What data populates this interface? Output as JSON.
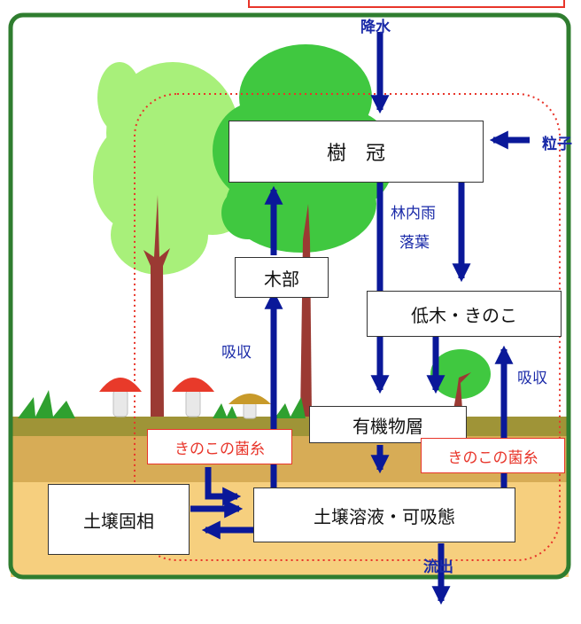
{
  "labels": {
    "precipitation": "降水",
    "particles": "粒子",
    "throughfall": "林内雨",
    "litterfall": "落葉",
    "absorption_left": "吸収",
    "absorption_right": "吸収",
    "outflow": "流出"
  },
  "boxes": {
    "canopy": "樹　冠",
    "wood": "木部",
    "understory": "低木・きのこ",
    "organic_layer": "有機物層",
    "mycelium_left": "きのこの菌糸",
    "mycelium_right": "きのこの菌糸",
    "soil_solid": "土壌固相",
    "soil_solution": "土壌溶液・可吸態"
  },
  "colors": {
    "arrow": "#0a1899",
    "label_blue": "#1a2aa8",
    "frame_green": "#2f7d2f",
    "dotted_red": "#e8352a",
    "soil_top": "#9f9437",
    "soil_mid": "#d7ac56",
    "soil_bottom": "#f6cf7e"
  }
}
